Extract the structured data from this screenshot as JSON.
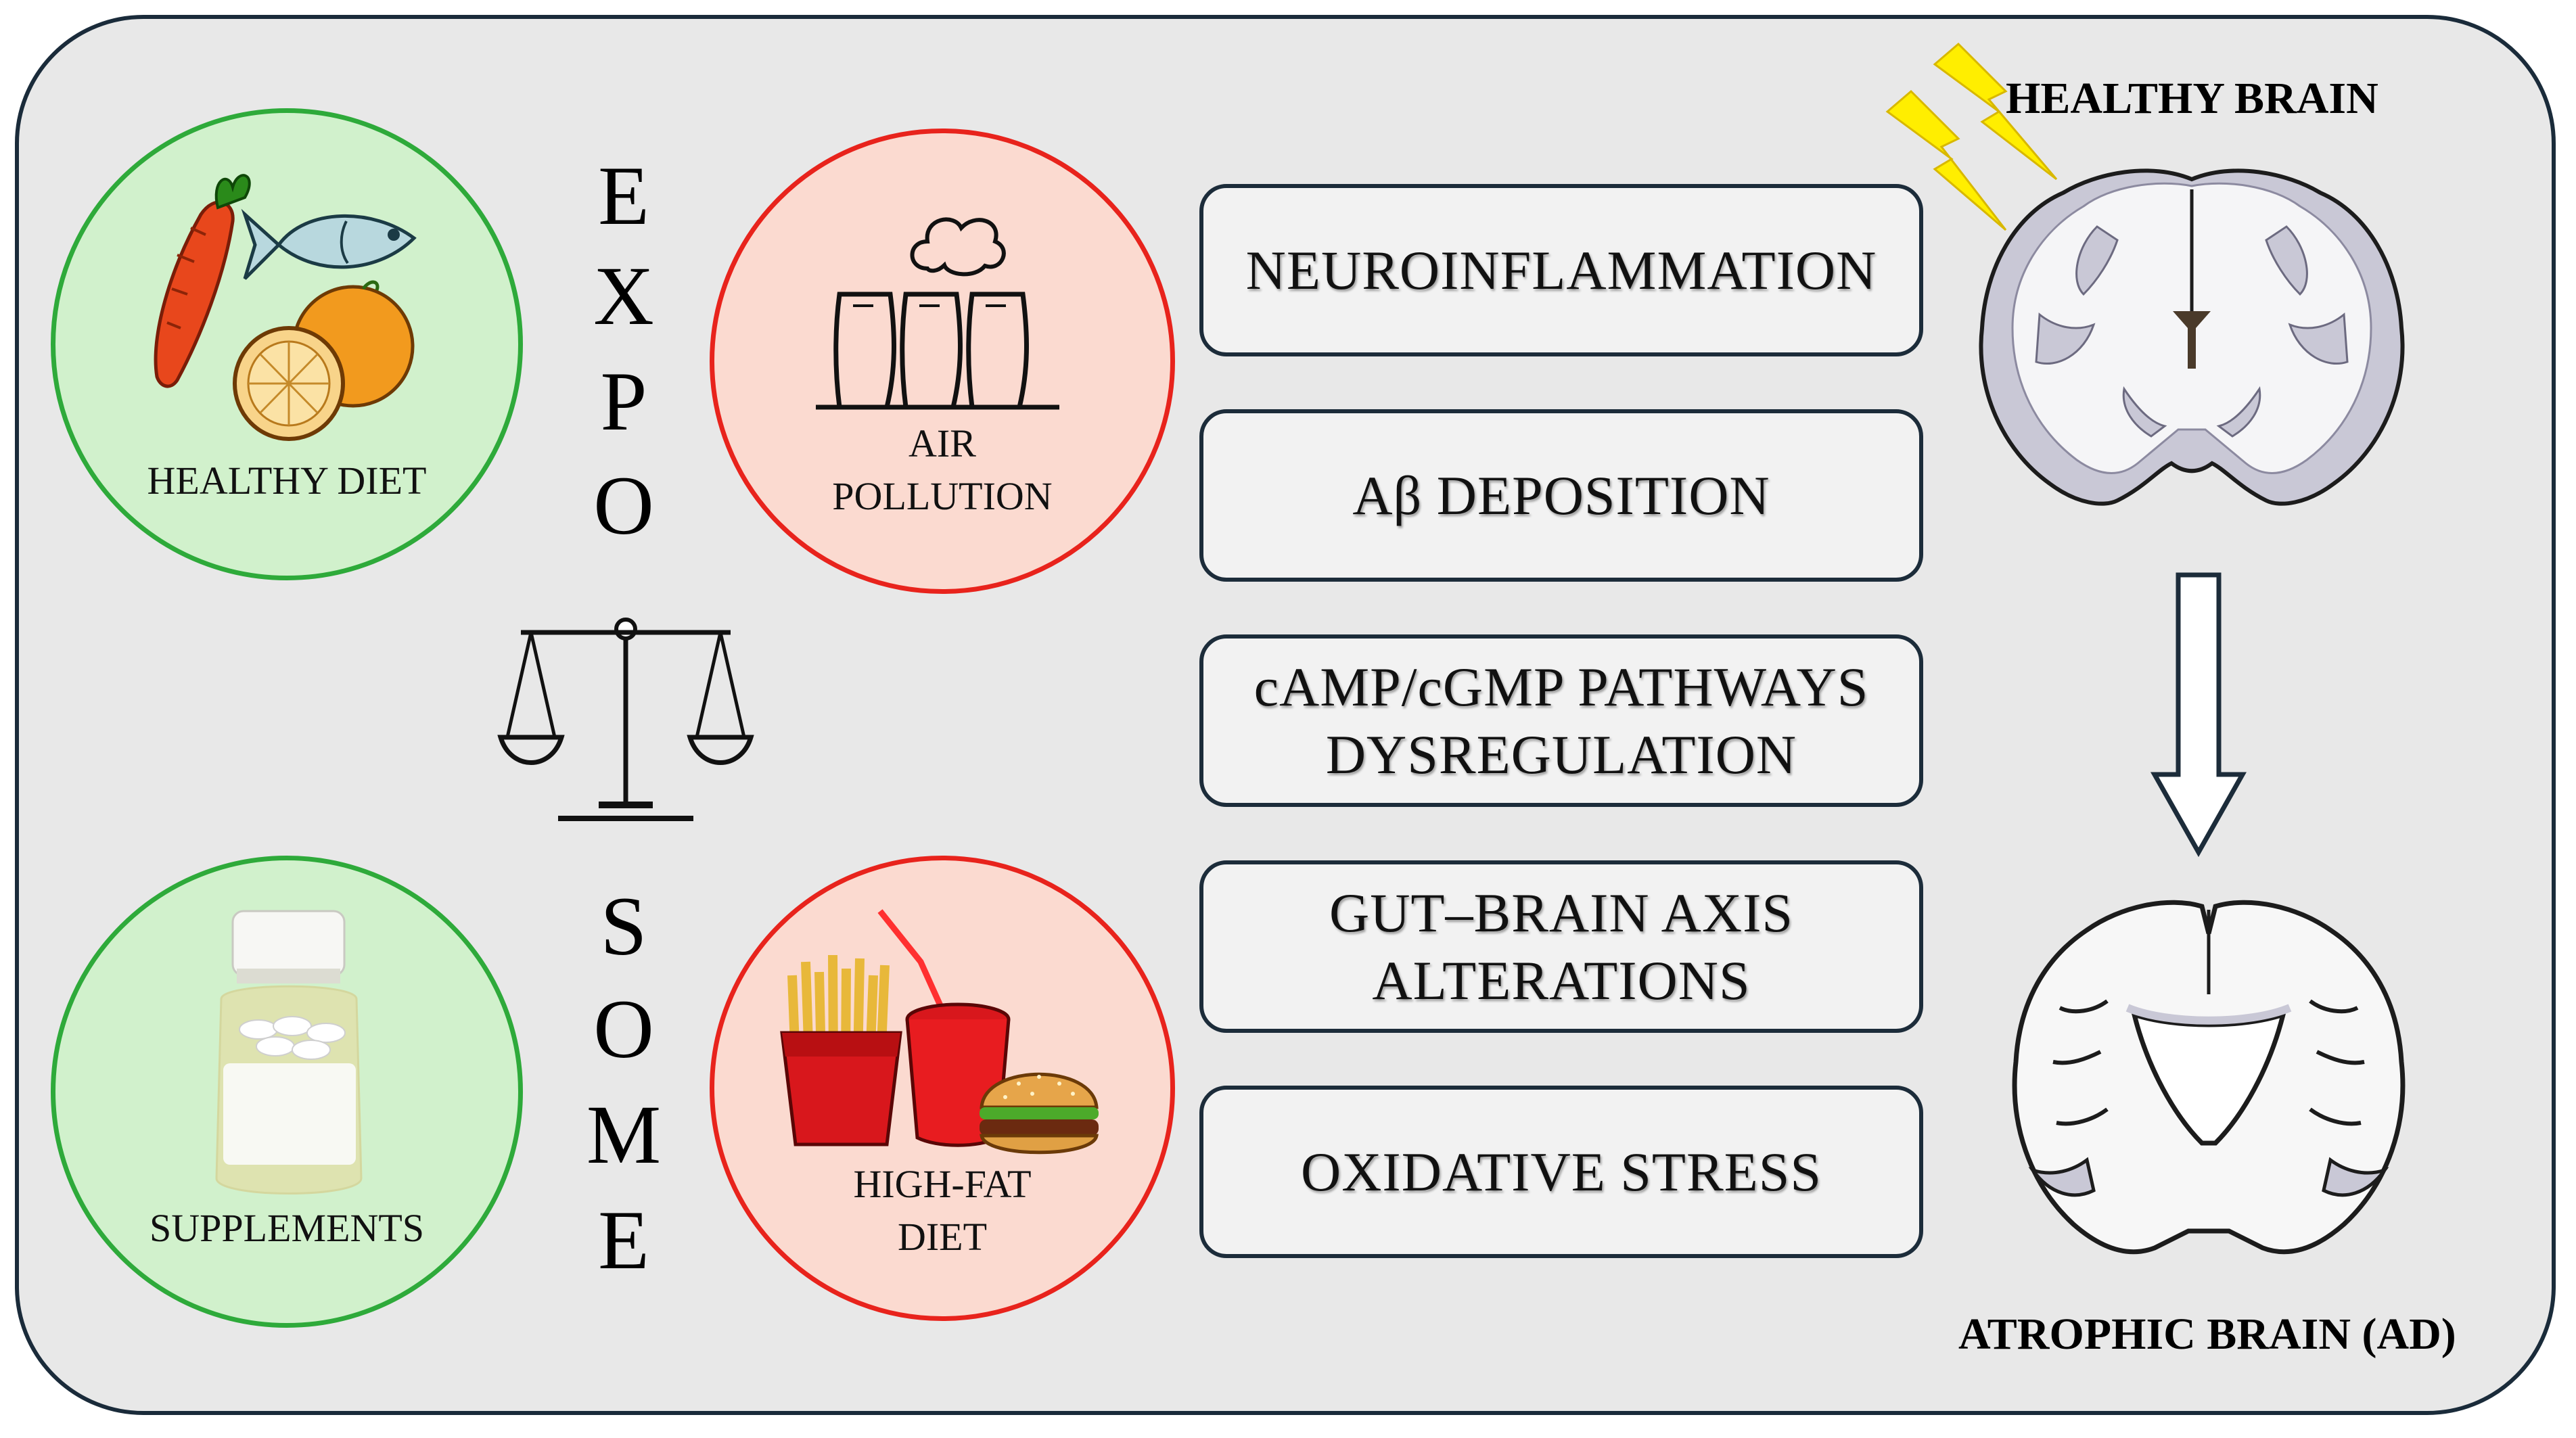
{
  "exposome": {
    "upper_letters": [
      "E",
      "X",
      "P",
      "O"
    ],
    "lower_letters": [
      "S",
      "O",
      "M",
      "E"
    ]
  },
  "protective": [
    {
      "label": "HEALTHY DIET"
    },
    {
      "label": "SUPPLEMENTS"
    }
  ],
  "harmful": [
    {
      "label_line1": "AIR",
      "label_line2": "POLLUTION"
    },
    {
      "label_line1": "HIGH-FAT",
      "label_line2": "DIET"
    }
  ],
  "mechanisms": [
    {
      "line1": "NEUROINFLAMMATION",
      "line2": ""
    },
    {
      "line1": "Aβ DEPOSITION",
      "line2": ""
    },
    {
      "line1": "cAMP/cGMP PATHWAYS",
      "line2": "DYSREGULATION"
    },
    {
      "line1": "GUT–BRAIN AXIS",
      "line2": "ALTERATIONS"
    },
    {
      "line1": "OXIDATIVE STRESS",
      "line2": ""
    }
  ],
  "brains": {
    "healthy_label": "HEALTHY BRAIN",
    "atrophic_label": "ATROPHIC BRAIN (AD)"
  },
  "colors": {
    "protective_fill": "#d1f1cc",
    "protective_border": "#2eaa3a",
    "harmful_fill": "#fbdad0",
    "harmful_border": "#e8231c",
    "panel": "#e8e8e8",
    "lightning": "#ffee00"
  }
}
